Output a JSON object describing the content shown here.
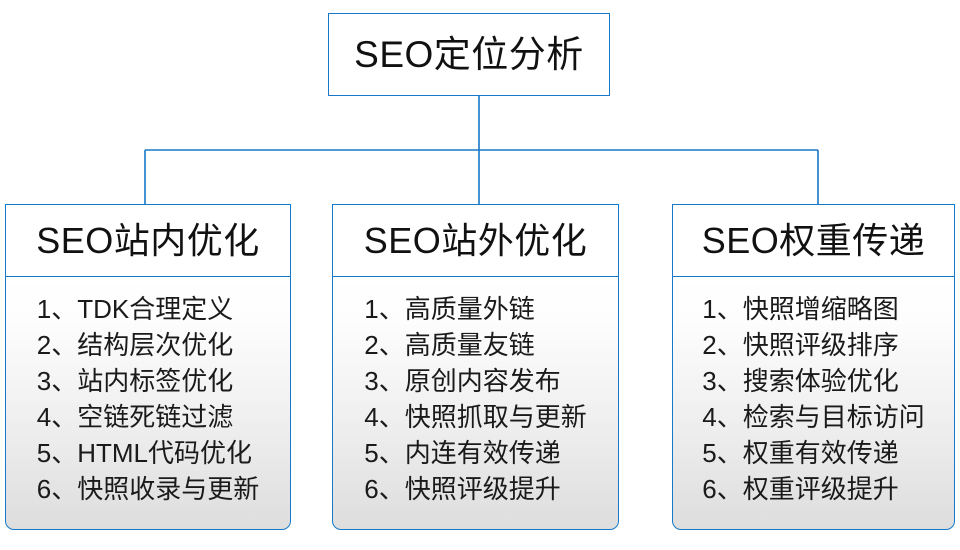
{
  "diagram": {
    "type": "org-chart",
    "root": {
      "label": "SEO定位分析"
    },
    "accent_color": "#1878c8",
    "text_color": "#1a1a1a",
    "branches": [
      {
        "id": "on-site",
        "header": "SEO站内优化",
        "items": [
          {
            "index": "1、",
            "text": "TDK合理定义"
          },
          {
            "index": "2、",
            "text": "结构层次优化"
          },
          {
            "index": "3、",
            "text": "站内标签优化"
          },
          {
            "index": "4、",
            "text": "空链死链过滤"
          },
          {
            "index": "5、",
            "text": "HTML代码优化"
          },
          {
            "index": "6、",
            "text": "快照收录与更新"
          }
        ]
      },
      {
        "id": "off-site",
        "header": "SEO站外优化",
        "items": [
          {
            "index": "1、",
            "text": "高质量外链"
          },
          {
            "index": "2、",
            "text": "高质量友链"
          },
          {
            "index": "3、",
            "text": "原创内容发布"
          },
          {
            "index": "4、",
            "text": "快照抓取与更新"
          },
          {
            "index": "5、",
            "text": "内连有效传递"
          },
          {
            "index": "6、",
            "text": "快照评级提升"
          }
        ]
      },
      {
        "id": "weight-transfer",
        "header": "SEO权重传递",
        "items": [
          {
            "index": "1、",
            "text": "快照增缩略图"
          },
          {
            "index": "2、",
            "text": "快照评级排序"
          },
          {
            "index": "3、",
            "text": "搜索体验优化"
          },
          {
            "index": "4、",
            "text": "检索与目标访问"
          },
          {
            "index": "5、",
            "text": "权重有效传递"
          },
          {
            "index": "6、",
            "text": "权重评级提升"
          }
        ]
      }
    ]
  }
}
